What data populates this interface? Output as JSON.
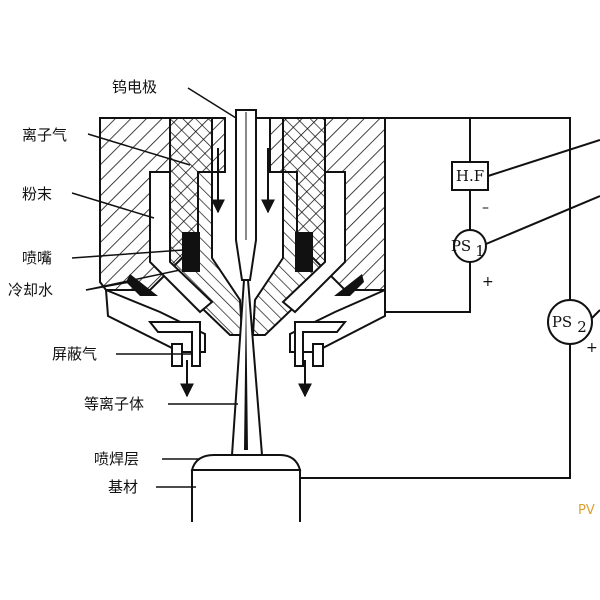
{
  "labels": {
    "tungsten_electrode": "钨电极",
    "ion_gas": "离子气",
    "powder": "粉末",
    "nozzle": "喷嘴",
    "cooling_water": "冷却水",
    "shielding_gas": "屏蔽气",
    "plasma": "等离子体",
    "spray_weld_layer": "喷焊层",
    "substrate": "基材"
  },
  "components": {
    "hf": "H.F",
    "ps1_main": "PS",
    "ps1_sub": "1",
    "ps2_main": "PS",
    "ps2_sub": "2",
    "minus": "–",
    "plus_ps1": "+",
    "plus_ps2": "+"
  },
  "watermark": "PV",
  "colors": {
    "line": "#111111",
    "fill_dark": "#111111",
    "background": "#ffffff",
    "watermark": "#e0a030"
  }
}
